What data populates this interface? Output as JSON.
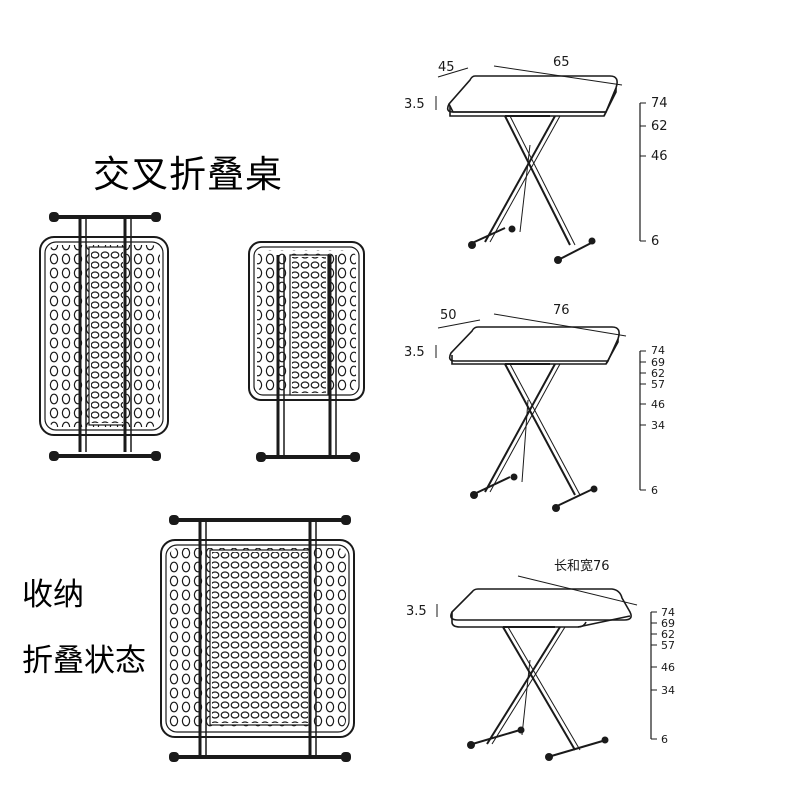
{
  "title": "交叉折叠桌",
  "side_label": [
    "收纳",
    "折叠状态"
  ],
  "tables": [
    {
      "depth_label": "45",
      "width_label": "65",
      "thickness_label": "3.5",
      "height_ticks": [
        "74",
        "62",
        "46",
        "6"
      ]
    },
    {
      "depth_label": "50",
      "width_label": "76",
      "thickness_label": "3.5",
      "height_ticks": [
        "74",
        "69",
        "62",
        "57",
        "46",
        "34",
        "6"
      ]
    },
    {
      "width_label": "长和宽76",
      "thickness_label": "3.5",
      "height_ticks": [
        "74",
        "69",
        "62",
        "57",
        "46",
        "34",
        "6"
      ]
    }
  ],
  "colors": {
    "line": "#1a1a1a",
    "fill": "#ffffff"
  }
}
